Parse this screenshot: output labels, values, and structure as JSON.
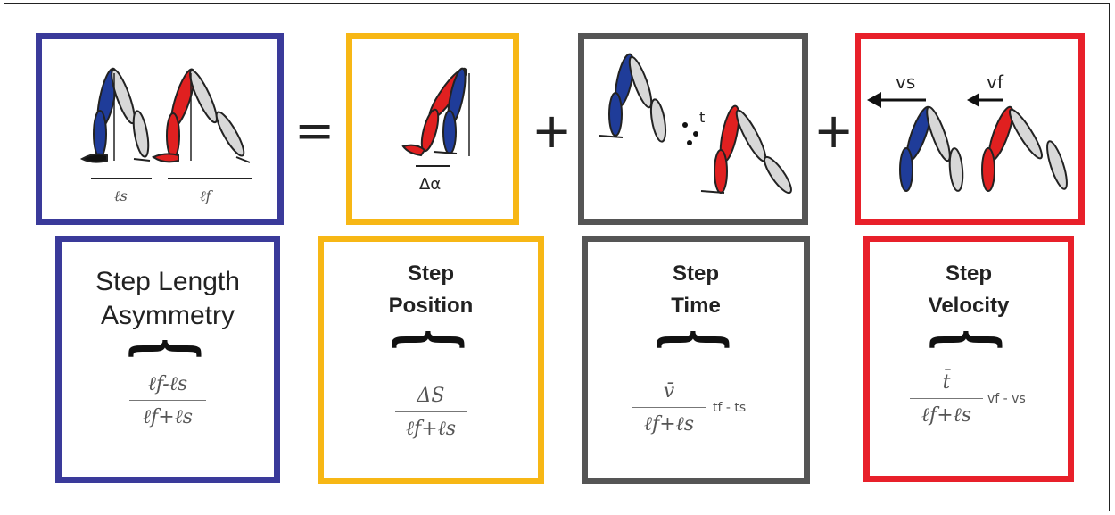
{
  "operators": {
    "equals": "=",
    "plus1": "+",
    "plus2": "+"
  },
  "top_labels": {
    "ls": "ℓs",
    "lf": "ℓf",
    "delta_alpha": "Δα",
    "t": "t",
    "vs": "vs",
    "vf": "vf"
  },
  "cards": [
    {
      "title_line1": "Step Length",
      "title_line2": "Asymmetry",
      "brace": "{",
      "numerator": "ℓf-ℓs",
      "denominator": "ℓf+ℓs",
      "side": "",
      "color": "#3a3a9a"
    },
    {
      "title_line1": "Step",
      "title_line2": "Position",
      "brace": "{",
      "numerator": "ΔS",
      "denominator": "ℓf+ℓs",
      "side": "",
      "color": "#f7b715"
    },
    {
      "title_line1": "Step",
      "title_line2": "Time",
      "brace": "{",
      "numerator": "v̄",
      "denominator": "ℓf+ℓs",
      "side": "tf - ts",
      "color": "#555555"
    },
    {
      "title_line1": "Step",
      "title_line2": "Velocity",
      "brace": "{",
      "numerator": "t̄",
      "denominator": "ℓf+ℓs",
      "side": "vf - vs",
      "color": "#e8202a"
    }
  ],
  "colors": {
    "slow_leg": "#1f3c99",
    "fast_leg": "#e02020",
    "neutral_leg": "#d8d8d8",
    "outline": "#222222"
  }
}
